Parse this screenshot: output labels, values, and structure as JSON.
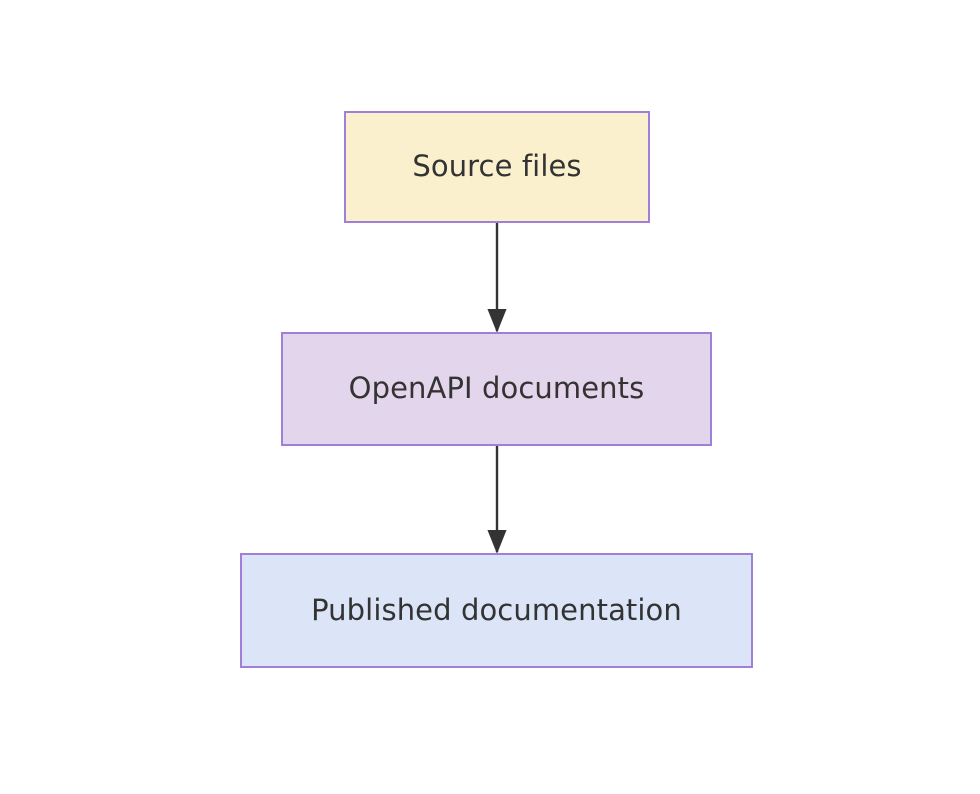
{
  "diagram": {
    "type": "flowchart",
    "direction": "top-to-bottom",
    "background_color": "#ffffff",
    "nodes": [
      {
        "id": "source-files",
        "label": "Source files",
        "fill_color": "#fbf0cd",
        "border_color": "#9f7fd8",
        "text_color": "#333333"
      },
      {
        "id": "openapi-documents",
        "label": "OpenAPI documents",
        "fill_color": "#e2d5ec",
        "border_color": "#9f7fd8",
        "text_color": "#333333"
      },
      {
        "id": "published-documentation",
        "label": "Published documentation",
        "fill_color": "#dce5f7",
        "border_color": "#9f7fd8",
        "text_color": "#333333"
      }
    ],
    "edges": [
      {
        "id": "edge-source-to-openapi",
        "from": "source-files",
        "to": "openapi-documents",
        "label": "",
        "color": "#333333",
        "arrowhead": "filled-triangle"
      },
      {
        "id": "edge-openapi-to-published",
        "from": "openapi-documents",
        "to": "published-documentation",
        "label": "",
        "color": "#333333",
        "arrowhead": "filled-triangle"
      }
    ]
  }
}
